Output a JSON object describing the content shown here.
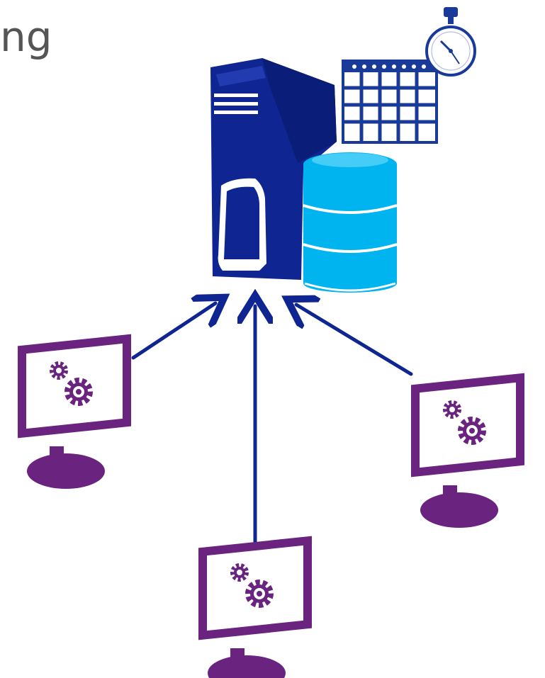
{
  "title_fragment": "ng",
  "colors": {
    "title": "#555555",
    "server": "#0f2591",
    "database": "#00b4ef",
    "calendar": "#1a3a9a",
    "arrow": "#0f2591",
    "client": "#6a237f"
  },
  "icons": {
    "server": "server-tower-icon",
    "database": "database-icon",
    "calendar": "calendar-icon",
    "stopwatch": "stopwatch-icon",
    "client": "monitor-gears-icon",
    "gear": "gear-icon"
  },
  "clients": [
    "left-client",
    "bottom-client",
    "right-client"
  ]
}
